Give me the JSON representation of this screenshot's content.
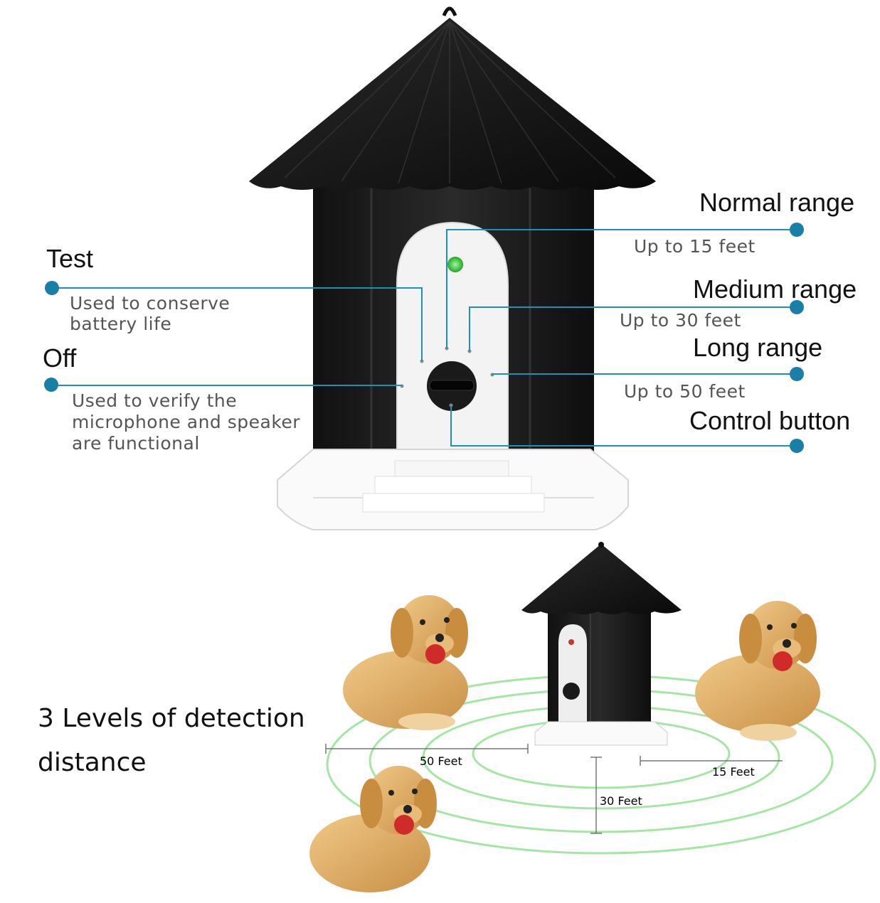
{
  "labels": {
    "normal_title": "Normal range",
    "normal_sub": "Up to 15 feet",
    "medium_title": "Medium range",
    "medium_sub": "Up to 30 feet",
    "long_title": "Long range",
    "long_sub": "Up to 50 feet",
    "control_title": "Control button",
    "test_title": "Test",
    "test_sub_1": "Used to conserve",
    "test_sub_2": "battery life",
    "off_title": "Off",
    "off_sub_1": "Used to verify the",
    "off_sub_2": "microphone and speaker",
    "off_sub_3": "are functional"
  },
  "bottom": {
    "heading_1": "3 Levels of detection",
    "heading_2": "distance",
    "dist_50": "50 Feet",
    "dist_30": "30 Feet",
    "dist_15": "15 Feet"
  },
  "colors": {
    "line": "#1e8fb5",
    "dot": "#1a7fa6",
    "roof": "#141414",
    "body": "#1b1b1b",
    "door": "#f2f2f2",
    "led": "#3cc43c",
    "ring": "#8fe08f",
    "dog": "#d9a55a"
  },
  "icons": {
    "product": "ultrasonic-bark-control-birdhouse",
    "dogs": "golden-retriever-dog"
  }
}
